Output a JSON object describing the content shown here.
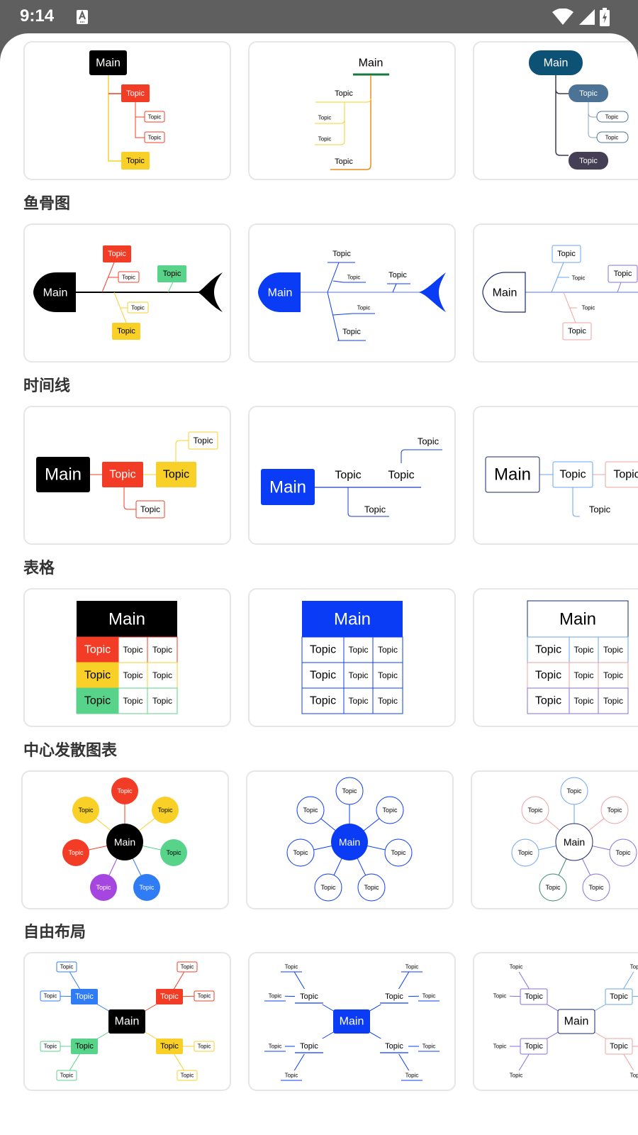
{
  "status_bar": {
    "time": "9:14",
    "icons": [
      "keyboard-a-icon",
      "wifi-icon",
      "signal-icon",
      "battery-charging-icon"
    ]
  },
  "labels": {
    "main": "Main",
    "topic": "Topic"
  },
  "colors": {
    "red": "#f23c26",
    "yellow": "#f9d028",
    "green": "#58d38a",
    "blue": "#2f7cf5",
    "purple": "#a546e0",
    "brand_blue": "#0a3cf5",
    "navy": "#1a2a6c",
    "light_blue": "#6aa6f0",
    "pink": "#f0a0a0",
    "dark_teal": "#0d5275",
    "slate": "#4c7396",
    "plum": "#453f55",
    "status_bar": "#5f5f5f"
  },
  "sections": [
    {
      "heading": "",
      "cards": [
        "tree-a",
        "tree-b",
        "tree-c"
      ]
    },
    {
      "heading": "鱼骨图",
      "cards": [
        "fish-a",
        "fish-b",
        "fish-c"
      ]
    },
    {
      "heading": "时间线",
      "cards": [
        "time-a",
        "time-b",
        "time-c"
      ]
    },
    {
      "heading": "表格",
      "cards": [
        "table-a",
        "table-b",
        "table-c"
      ]
    },
    {
      "heading": "中心发散图表",
      "cards": [
        "radial-a",
        "radial-b",
        "radial-c"
      ]
    },
    {
      "heading": "自由布局",
      "cards": [
        "free-a",
        "free-b",
        "free-c"
      ]
    }
  ]
}
